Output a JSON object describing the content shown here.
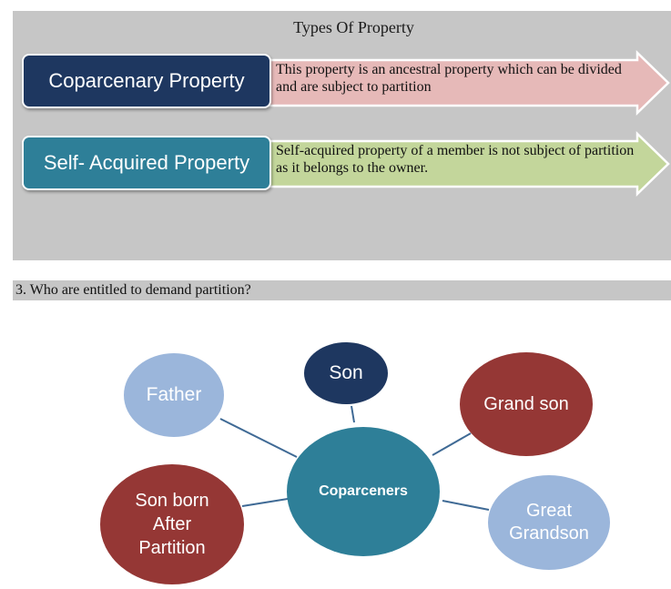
{
  "section1": {
    "title": "Types Of Property",
    "items": [
      {
        "label": "Coparcenary Property",
        "description": "This property is an ancestral property which can be divided and are subject to partition"
      },
      {
        "label": "Self- Acquired Property",
        "description": "Self-acquired property of a member is not subject of partition as it belongs to the owner."
      }
    ]
  },
  "question": "3. Who are entitled to demand partition?",
  "diagram": {
    "center": "Coparceners",
    "nodes": {
      "son": "Son",
      "father": "Father",
      "grand_son": "Grand son",
      "son_born_after_partition": "Son born After Partition",
      "great_grandson": "Great Grandson"
    }
  },
  "colors": {
    "dark_blue": "#1e3760",
    "teal": "#2e7f98",
    "light_blue": "#9bb6db",
    "maroon": "#953735",
    "pink_arrow": "#e6b9b8",
    "green_arrow": "#c3d69b",
    "panel_gray": "#c6c6c6"
  }
}
